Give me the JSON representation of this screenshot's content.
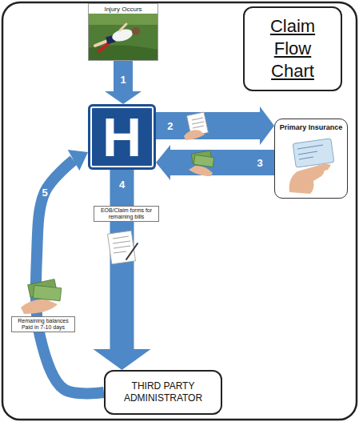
{
  "diagram": {
    "title": "Claim Flow Chart",
    "nodes": [
      {
        "text": [
          "Injury Occurs"
        ]
      },
      {
        "text": [
          "H"
        ]
      },
      {
        "text": [
          "Primary Insurance"
        ]
      },
      {
        "text": [
          "THIRD PARTY ADMINISTRATOR"
        ]
      }
    ],
    "edges": [
      {
        "from": 0,
        "to": 1,
        "label": "1",
        "arrow": "to"
      },
      {
        "from": 1,
        "to": 2,
        "label": "2",
        "arrow": "to"
      },
      {
        "from": 2,
        "to": 1,
        "label": "3",
        "arrow": "to"
      },
      {
        "from": 1,
        "to": 3,
        "label": "4",
        "arrow": "to"
      },
      {
        "from": 3,
        "to": 1,
        "label": "5",
        "arrow": "to"
      }
    ],
    "labels": [
      "EOB/Claim forms for remaining bills",
      "Remaining balances Paid in 7-10 days"
    ]
  }
}
